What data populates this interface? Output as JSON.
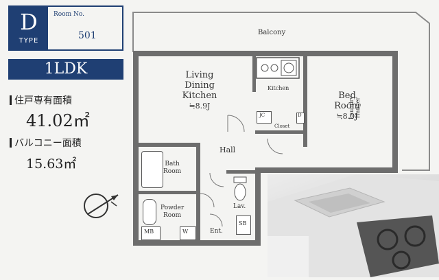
{
  "type_box": {
    "letter": "D",
    "type_word": "TYPE",
    "room_label": "Room No.",
    "room_number": "501"
  },
  "layout_type": "1LDK",
  "areas": {
    "private_label": "住戸専有面積",
    "private_value": "41.02㎡",
    "balcony_label": "バルコニー面積",
    "balcony_value": "15.63㎡"
  },
  "rooms": {
    "balcony": "Balcony",
    "ldk_line1": "Living",
    "ldk_line2": "Dining",
    "ldk_line3": "Kitchen",
    "ldk_size": "≒8.9J",
    "kitchen": "Kitchen",
    "bed_line1": "Bed",
    "bed_line2": "Room",
    "bed_size": "≒8.0J",
    "laundry_line1": "Laundry",
    "laundry_line2": "Hanger",
    "closet": "Closet",
    "hall": "Hall",
    "bath_line1": "Bath",
    "bath_line2": "Room",
    "lav": "Lav.",
    "powder_line1": "Powder",
    "powder_line2": "Room",
    "ent": "Ent.",
    "mb": "MB",
    "sb": "SB",
    "wm": "W",
    "jc": "JC",
    "d": "D"
  }
}
